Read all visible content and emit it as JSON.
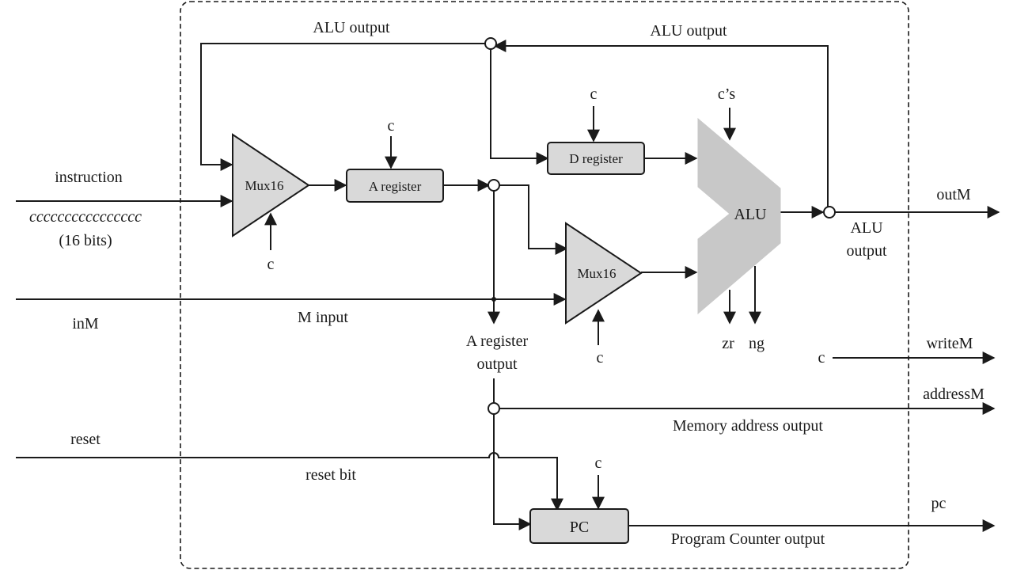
{
  "inputs": {
    "instruction": "instruction",
    "instruction_bits": "cccccccccccccccc",
    "instruction_width": "(16 bits)",
    "inM": "inM",
    "reset": "reset"
  },
  "outputs": {
    "outM": "outM",
    "writeM": "writeM",
    "addressM": "addressM",
    "pc": "pc"
  },
  "components": {
    "mux16_a": "Mux16",
    "a_register": "A register",
    "d_register": "D register",
    "mux16_b": "Mux16",
    "alu": "ALU",
    "pc": "PC"
  },
  "wires": {
    "alu_output_top_left": "ALU output",
    "alu_output_top_right": "ALU output",
    "alu_output_right_line1": "ALU",
    "alu_output_right_line2": "output",
    "m_input": "M input",
    "a_register_output_line1": "A register",
    "a_register_output_line2": "output",
    "memory_address_output": "Memory address output",
    "reset_bit": "reset bit",
    "program_counter_output": "Program Counter output",
    "zr": "zr",
    "ng": "ng"
  },
  "control": {
    "c": "c",
    "alu_controls": "c’s"
  }
}
